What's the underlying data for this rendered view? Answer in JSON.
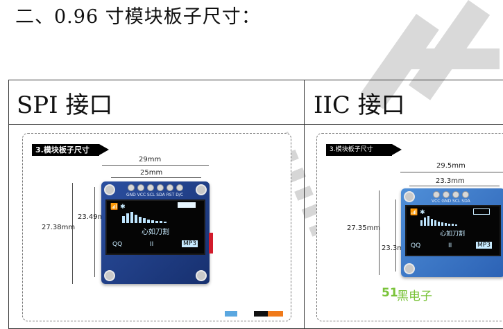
{
  "heading": "二、0.96 寸模块板子尺寸：",
  "table": {
    "col1_title": "SPI 接口",
    "col2_title": "IIC 接口"
  },
  "spi": {
    "tag": "3.模块板子尺寸",
    "dim_width_outer": "29mm",
    "dim_width_inner": "25mm",
    "dim_height_outer": "27.38mm",
    "dim_height_inner": "23.49mm",
    "pins": "GND VCC SCL SDA RST D/C",
    "screen_song": "心如刀割",
    "screen_left": "QQ",
    "screen_right": "MP3",
    "screen_pause": "II"
  },
  "iic": {
    "tag": "3.模块板子尺寸",
    "dim_width_outer": "29.5mm",
    "dim_width_inner": "23.3mm",
    "dim_height_outer": "27.35mm",
    "dim_height_inner": "23.3mm",
    "pins": "VCC GND SCL SDA",
    "screen_song": "心如刀割",
    "screen_left": "QQ",
    "screen_right": "MP3",
    "screen_pause": "II",
    "brand_num": "51",
    "brand_text": "黑电子"
  },
  "colors": {
    "pcb_blue": "#1e3f8f",
    "pcb_light_blue": "#3d79c8",
    "oled_text": "#c8ebff",
    "brand_green": "#7ac33a"
  }
}
